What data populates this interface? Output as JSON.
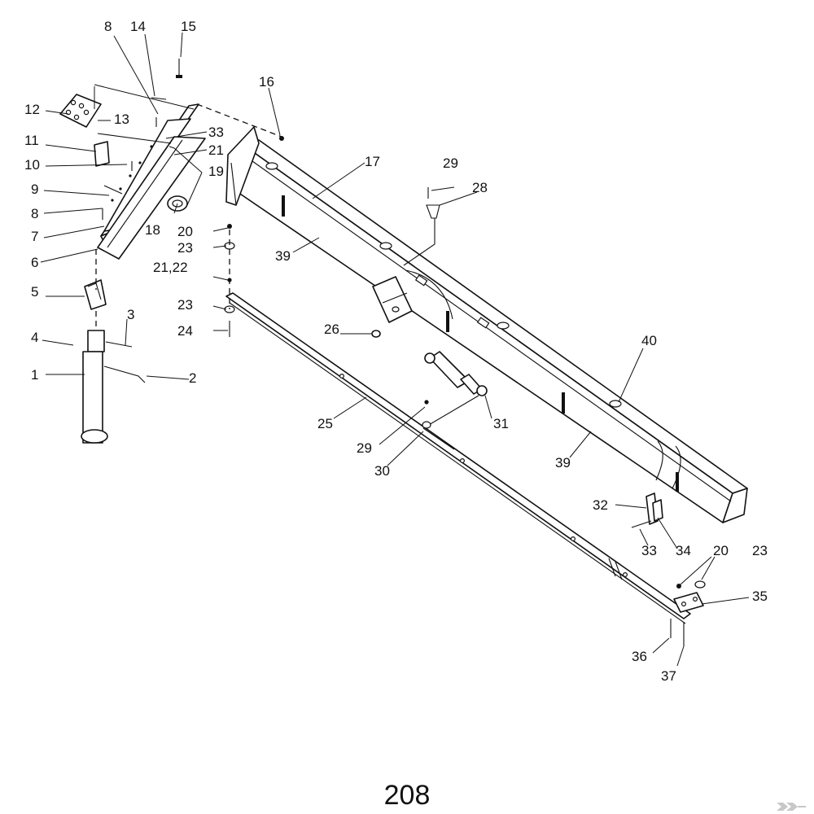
{
  "diagram": {
    "callouts": [
      "1",
      "2",
      "3",
      "4",
      "5",
      "6",
      "7",
      "8",
      "8",
      "9",
      "10",
      "11",
      "12",
      "13",
      "14",
      "15",
      "16",
      "17",
      "18",
      "19",
      "20",
      "20",
      "21",
      "21,22",
      "23",
      "23",
      "23",
      "24",
      "25",
      "26",
      "28",
      "29",
      "29",
      "30",
      "31",
      "32",
      "33",
      "33",
      "34",
      "35",
      "36",
      "37",
      "39",
      "39",
      "40"
    ]
  },
  "page_number": "208",
  "logo": {
    "name": "corner-logo-icon",
    "color": "#c8c8c8"
  }
}
